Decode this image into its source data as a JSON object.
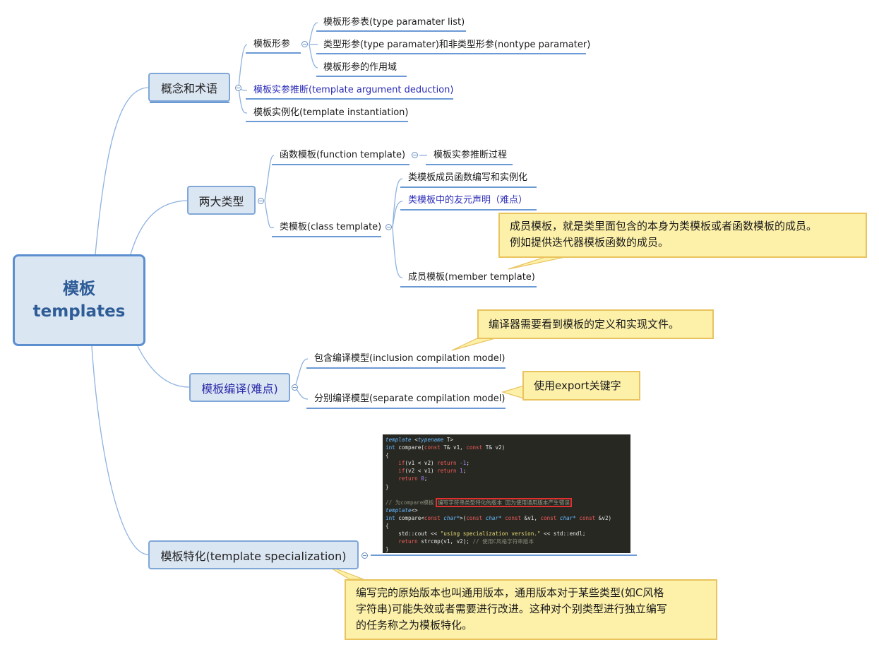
{
  "root": {
    "line1": "模板",
    "line2": "templates"
  },
  "branches": {
    "concepts": {
      "label": "概念和术语",
      "formal_params": {
        "label": "模板形参",
        "children": [
          "模板形参表(type paramater list)",
          "类型形参(type paramater)和非类型形参(nontype paramater)",
          "模板形参的作用域"
        ]
      },
      "argument_deduction": "模板实参推断(template argument deduction)",
      "instantiation": "模板实例化(template instantiation)"
    },
    "two_kinds": {
      "label": "两大类型",
      "function_template": {
        "label": "函数模板(function template)",
        "child": "模板实参推断过程"
      },
      "class_template": {
        "label": "类模板(class template)",
        "children": [
          "类模板成员函数编写和实例化",
          "类模板中的友元声明（难点）",
          "成员模板(member template)"
        ],
        "callout": {
          "line1": "成员模板，就是类里面包含的本身为类模板或者函数模板的成员。",
          "line2": "例如提供迭代器模板函数的成员。"
        }
      }
    },
    "compilation": {
      "label": "模板编译(难点)",
      "inclusion": {
        "label": "包含编译模型(inclusion compilation model)",
        "callout": "编译器需要看到模板的定义和实现文件。"
      },
      "separate": {
        "label": "分别编译模型(separate compilation model)",
        "callout": "使用export关键字"
      }
    },
    "specialization": {
      "label": "模板特化(template specialization)",
      "callout": {
        "line1": "编写完的原始版本也叫通用版本，通用版本对于某些类型(如C风格",
        "line2": "字符串)可能失效或者需要进行改进。这种对个别类型进行独立编写",
        "line3": "的任务称之为模板特化。"
      },
      "code": {
        "l1_kw": "template",
        "l1_rest": " <",
        "l1_kw2": "typename",
        "l1_end": " T>",
        "l2_a": "int",
        "l2_b": " compare(",
        "l2_c": "const",
        "l2_d": " T& v1, ",
        "l2_e": "const",
        "l2_f": " T& v2)",
        "l3": "{",
        "l4_a": "    if",
        "l4_b": "(v1 < v2) ",
        "l4_c": "return",
        "l4_d": " -1",
        "l4_e": ";",
        "l5_a": "    if",
        "l5_b": "(v2 < v1) ",
        "l5_c": "return",
        "l5_d": " 1",
        "l5_e": ";",
        "l6_a": "    return",
        "l6_b": " 0",
        "l6_c": ";",
        "l7": "}",
        "l9_a": "// 为compare模板 ",
        "l9_b": "编写字符串类型特化的版本 因为使用通用版本产生错误",
        "l10_a": "template",
        "l10_b": "<>",
        "l11_a": "int",
        "l11_b": " compare<",
        "l11_c": "const",
        "l11_d": " char*",
        "l11_e": ">(",
        "l11_f": "const",
        "l11_g": " char*",
        "l11_h": " const",
        "l11_i": " &v1, ",
        "l11_j": "const",
        "l11_k": " char*",
        "l11_l": " const",
        "l11_m": " &v2)",
        "l12": "{",
        "l13_a": "    std::cout << ",
        "l13_b": "\"using specialization version.\"",
        "l13_c": " << std::endl;",
        "l14_a": "    return",
        "l14_b": " strcmp(v1, v2); ",
        "l14_c": "// 使用C风格字符串版本",
        "l15": "}"
      }
    }
  },
  "colors": {
    "branch_line": "#8fb3e0",
    "node_fill": "#dbe6f3",
    "callout_fill": "#fdf1a9",
    "link_text": "#2a2ab8"
  }
}
